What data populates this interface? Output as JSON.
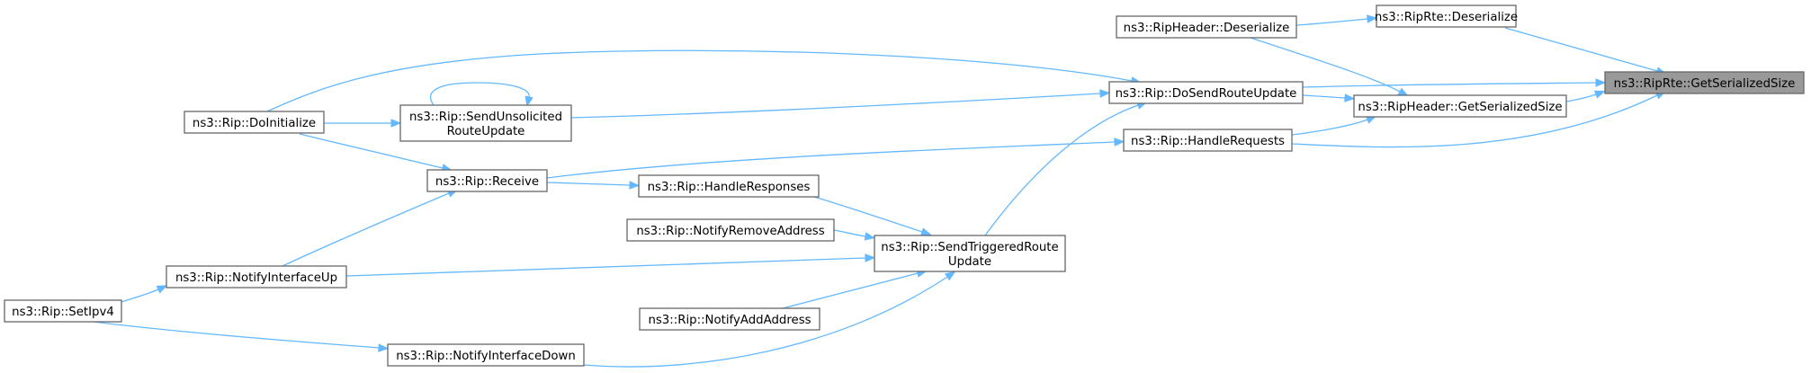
{
  "diagram": {
    "title": "",
    "edge_color": "#63b8ff",
    "node_fill": "#ffffff",
    "highlight_fill": "#999999",
    "node_stroke": "#666666",
    "nodes": {
      "rte_getserializedsize": {
        "lines": [
          "ns3::RipRte::GetSerializedSize"
        ],
        "highlight": true
      },
      "rte_deserialize": {
        "lines": [
          "ns3::RipRte::Deserialize"
        ]
      },
      "header_deserialize": {
        "lines": [
          "ns3::RipHeader::Deserialize"
        ]
      },
      "header_getserializedsize": {
        "lines": [
          "ns3::RipHeader::GetSerializedSize"
        ]
      },
      "dosendrouteupdate": {
        "lines": [
          "ns3::Rip::DoSendRouteUpdate"
        ]
      },
      "handlerequests": {
        "lines": [
          "ns3::Rip::HandleRequests"
        ]
      },
      "sendunsolicited": {
        "lines": [
          "ns3::Rip::SendUnsolicited",
          "RouteUpdate"
        ]
      },
      "doinitialize": {
        "lines": [
          "ns3::Rip::DoInitialize"
        ]
      },
      "receive": {
        "lines": [
          "ns3::Rip::Receive"
        ]
      },
      "handleresponses": {
        "lines": [
          "ns3::Rip::HandleResponses"
        ]
      },
      "notifyremoveaddress": {
        "lines": [
          "ns3::Rip::NotifyRemoveAddress"
        ]
      },
      "sendtriggered": {
        "lines": [
          "ns3::Rip::SendTriggeredRoute",
          "Update"
        ]
      },
      "notifyinterfaceup": {
        "lines": [
          "ns3::Rip::NotifyInterfaceUp"
        ]
      },
      "notifyaddaddress": {
        "lines": [
          "ns3::Rip::NotifyAddAddress"
        ]
      },
      "setipv4": {
        "lines": [
          "ns3::Rip::SetIpv4"
        ]
      },
      "notifyinterfacedown": {
        "lines": [
          "ns3::Rip::NotifyInterfaceDown"
        ]
      }
    },
    "edges": [
      {
        "from": "rte_deserialize",
        "to": "rte_getserializedsize"
      },
      {
        "from": "header_deserialize",
        "to": "rte_deserialize"
      },
      {
        "from": "header_deserialize",
        "to": "header_getserializedsize"
      },
      {
        "from": "header_getserializedsize",
        "to": "rte_getserializedsize"
      },
      {
        "from": "dosendrouteupdate",
        "to": "rte_getserializedsize"
      },
      {
        "from": "dosendrouteupdate",
        "to": "header_getserializedsize"
      },
      {
        "from": "handlerequests",
        "to": "header_getserializedsize"
      },
      {
        "from": "handlerequests",
        "to": "rte_getserializedsize"
      },
      {
        "from": "doinitialize",
        "to": "dosendrouteupdate"
      },
      {
        "from": "sendunsolicited",
        "to": "dosendrouteupdate"
      },
      {
        "from": "sendunsolicited",
        "to": "sendunsolicited"
      },
      {
        "from": "doinitialize",
        "to": "sendunsolicited"
      },
      {
        "from": "receive",
        "to": "handlerequests"
      },
      {
        "from": "doinitialize",
        "to": "receive"
      },
      {
        "from": "receive",
        "to": "handleresponses"
      },
      {
        "from": "handleresponses",
        "to": "sendtriggered"
      },
      {
        "from": "notifyremoveaddress",
        "to": "sendtriggered"
      },
      {
        "from": "notifyaddaddress",
        "to": "sendtriggered"
      },
      {
        "from": "sendtriggered",
        "to": "dosendrouteupdate"
      },
      {
        "from": "notifyinterfaceup",
        "to": "receive"
      },
      {
        "from": "notifyinterfaceup",
        "to": "sendtriggered"
      },
      {
        "from": "setipv4",
        "to": "notifyinterfaceup"
      },
      {
        "from": "setipv4",
        "to": "notifyinterfacedown"
      },
      {
        "from": "notifyinterfacedown",
        "to": "sendtriggered"
      }
    ]
  }
}
